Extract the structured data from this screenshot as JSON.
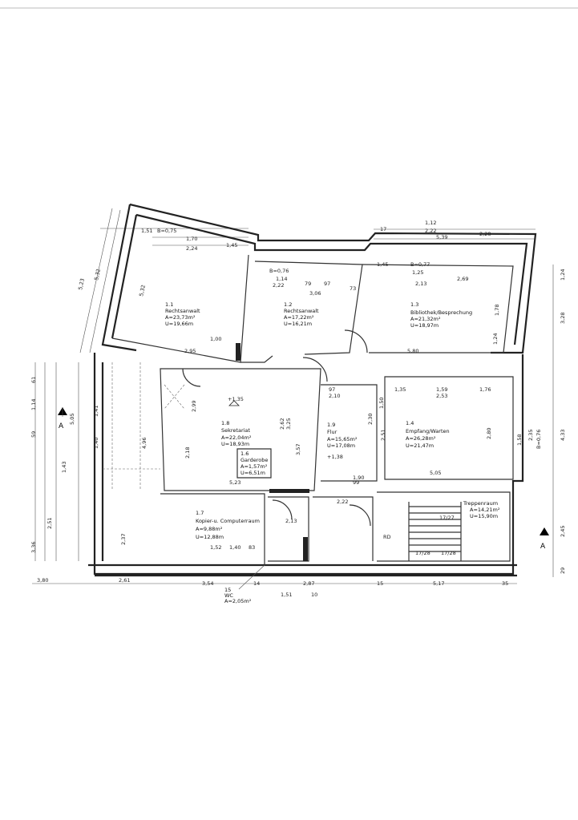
{
  "rooms": [
    {
      "id": "r11",
      "number": "1.1",
      "name": "Rechtsanwalt",
      "area": "A=23,73m²",
      "perimeter": "U=19,66m"
    },
    {
      "id": "r12",
      "number": "1.2",
      "name": "Rechtsanwalt",
      "area": "A=17,22m²",
      "perimeter": "U=16,21m"
    },
    {
      "id": "r13",
      "number": "1.3",
      "name": "Bibliothek/Besprechung",
      "area": "A=21,32m²",
      "perimeter": "U=18,97m"
    },
    {
      "id": "r14",
      "number": "1.4",
      "name": "Empfang/Warten",
      "area": "A=26,28m²",
      "perimeter": "U=21,47m"
    },
    {
      "id": "r16",
      "number": "1.6",
      "name": "Garderobe",
      "area": "A=1,57m²",
      "perimeter": "U=6,51m"
    },
    {
      "id": "r17",
      "number": "1.7",
      "name": "Kopier-u. Computerraum",
      "area": "A=9,88m²",
      "perimeter": "U=12,88m"
    },
    {
      "id": "r18",
      "number": "1.8",
      "name": "Sekretariat",
      "area": "A=22,04m²",
      "perimeter": "U=18,93m"
    },
    {
      "id": "r19",
      "number": "1.9",
      "name": "Flur",
      "area": "A=15,65m²",
      "perimeter": "U=17,08m"
    },
    {
      "id": "rtr",
      "number": "",
      "name": "Treppenraum",
      "area": "A=14,21m²",
      "perimeter": "U=15,90m"
    },
    {
      "id": "rwc",
      "number": "15",
      "name": "WC",
      "area": "A=2,05m²",
      "perimeter": ""
    }
  ],
  "section_marks": [
    "A",
    "A"
  ],
  "levels": [
    "+1,35",
    "+1,38"
  ],
  "dimensions": {
    "bottom": [
      "3,80",
      "2,61",
      "3,54",
      "14",
      "2,87",
      "15",
      "5,17",
      "35",
      "1,51",
      "10"
    ],
    "top": [
      "1,51",
      "1,70",
      "2,24",
      "1,45",
      "17",
      "1,12",
      "2,22",
      "5,39",
      "2,28",
      "1,45",
      "1,25",
      "2,13",
      "2,69",
      "5,80",
      "1,14",
      "2,22",
      "79",
      "97",
      "3,06",
      "73"
    ],
    "left": [
      "5,23",
      "5,32",
      "5,32",
      "4,96",
      "5,05",
      "1,41",
      "1,40",
      "1,43",
      "2,37",
      "2,51",
      "61",
      "1,14",
      "59",
      "3,36"
    ],
    "right": [
      "4,33",
      "2,45",
      "29",
      "3,28",
      "1,24"
    ],
    "interior": [
      "1,35",
      "1,59",
      "2,53",
      "1,76",
      "2,80",
      "5,05",
      "2,30",
      "2,99",
      "2,18",
      "2,62",
      "3,25",
      "3,57",
      "5,23",
      "2,95",
      "1,00",
      "1,52",
      "1,40",
      "83",
      "2,13",
      "99",
      "1,90",
      "2,22",
      "2,51",
      "1,50",
      "1,58",
      "2,35",
      "1,78",
      "1,24",
      "2,10",
      "97"
    ]
  },
  "stairs": [
    "17/27",
    "17/28",
    "17/28"
  ],
  "labels": [
    "RD",
    "B=0,75",
    "B=0,76",
    "B=0,77",
    "B=0,76"
  ]
}
